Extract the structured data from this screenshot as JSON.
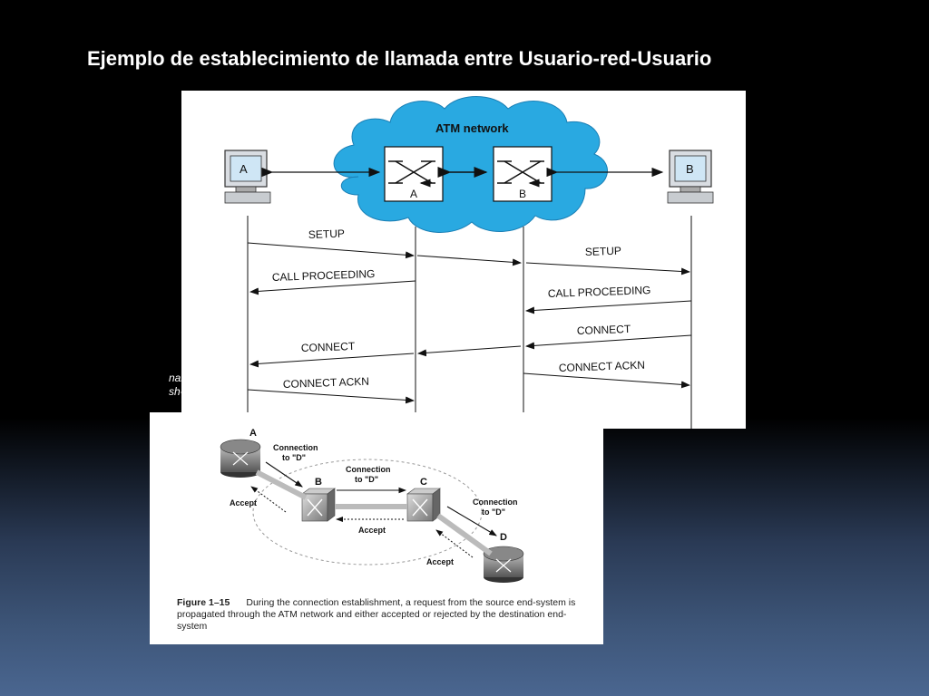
{
  "slide": {
    "title": "Ejemplo de establecimiento de llamada entre Usuario-red-Usuario"
  },
  "top_figure": {
    "cloud_label": "ATM  network",
    "terminal_a": "A",
    "terminal_b": "B",
    "switch_a": "A",
    "switch_b": "B",
    "messages": {
      "setup_left": "SETUP",
      "setup_right": "SETUP",
      "call_proceeding_left": "CALL PROCEEDING",
      "call_proceeding_right": "CALL PROCEEDING",
      "connect_right": "CONNECT",
      "connect_left": "CONNECT",
      "connect_ackn_right": "CONNECT ACKN",
      "connect_ackn_left": "CONNECT ACKN"
    },
    "cloud_color": "#29a9e1",
    "cutoff_text": [
      "nal-",
      "sh-"
    ]
  },
  "bottom_figure": {
    "node_a": "A",
    "node_b": "B",
    "node_c": "C",
    "node_d": "D",
    "conn_ab": [
      "Connection",
      "to \"D\""
    ],
    "conn_bc": [
      "Connection",
      "to \"D\""
    ],
    "conn_cd": [
      "Connection",
      "to \"D\""
    ],
    "accept_ba": "Accept",
    "accept_cb": "Accept",
    "accept_dc": "Accept",
    "caption_label": "Figure 1–15",
    "caption_text": "During the connection establishment, a request from the source end-system is propagated through the ATM network and either accepted or rejected by the destination end-system"
  }
}
